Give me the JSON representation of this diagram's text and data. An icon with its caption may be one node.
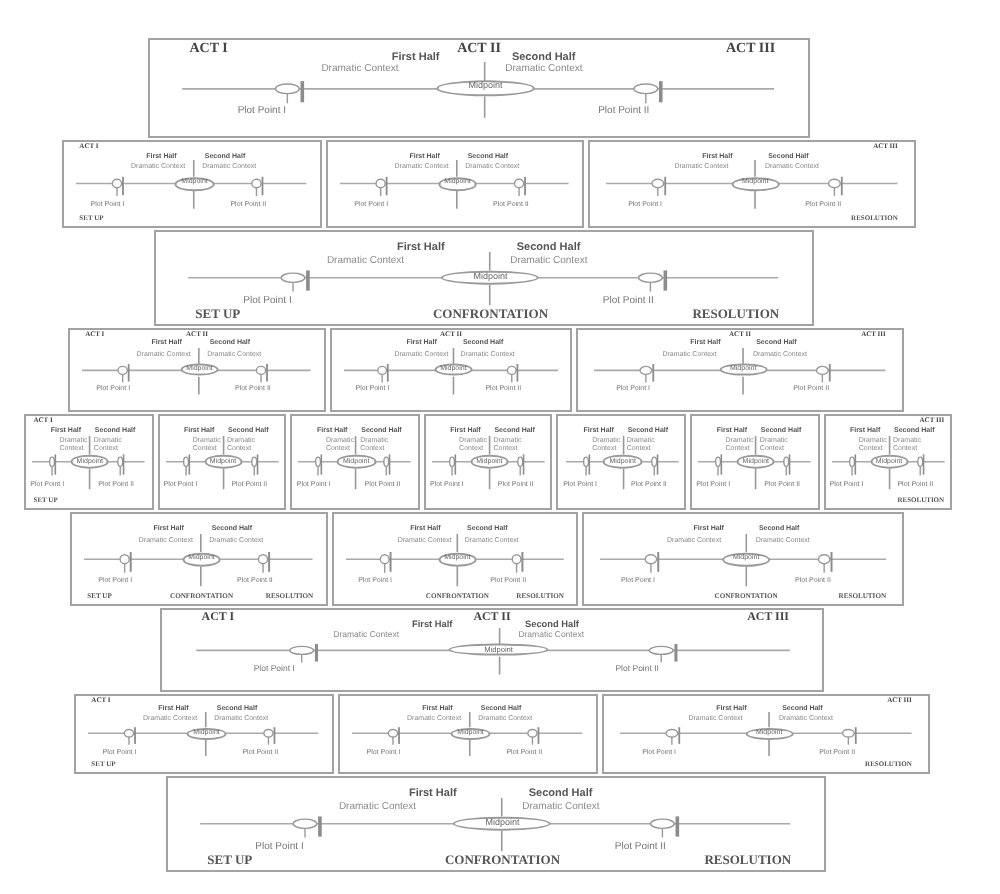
{
  "diagram": {
    "nodes": [
      {
        "text": [
          "ACT I",
          "ACT II",
          "ACT III",
          "First Half",
          "Second Half",
          "Dramatic Context",
          "Dramatic Context",
          "Plot Point I",
          "Plot Point II"
        ]
      },
      {
        "text": [
          "Midpoint"
        ],
        "in": 0
      },
      {
        "text": [
          "ACT I",
          "First Half",
          "Second Half",
          "Dramatic Context",
          "Dramatic Context",
          "Plot Point I",
          "Plot Point II",
          "SET UP"
        ]
      },
      {
        "text": [
          "Midpoint"
        ],
        "in": 2
      },
      {
        "text": [
          "First Half",
          "Second Half",
          "Dramatic Context",
          "Dramatic Context",
          "Plot Point I",
          "Plot Point II"
        ]
      },
      {
        "text": [
          "Midpoint"
        ],
        "in": 4
      },
      {
        "text": [
          "ACT III",
          "First Half",
          "Second Half",
          "Dramatic Context",
          "Dramatic Context",
          "Plot Point I",
          "Plot Point II",
          "RESOLUTION"
        ]
      },
      {
        "text": [
          "Midpoint"
        ],
        "in": 6
      },
      {
        "text": [
          "First Half",
          "Second Half",
          "Dramatic Context",
          "Dramatic Context",
          "Plot Point I",
          "Plot Point II",
          "SET UP",
          "CONFRONTATION",
          "RESOLUTION"
        ]
      },
      {
        "text": [
          "Midpoint"
        ],
        "in": 8
      },
      {
        "text": [
          "ACT I",
          "ACT II",
          "First Half",
          "Second Half",
          "Dramatic Context",
          "Dramatic Context",
          "Plot Point I",
          "Plot Point II"
        ]
      },
      {
        "text": [
          "Midpoint"
        ],
        "in": 10
      },
      {
        "text": [
          "ACT II",
          "First Half",
          "Second Half",
          "Dramatic Context",
          "Dramatic Context",
          "Plot Point I",
          "Plot Point II"
        ]
      },
      {
        "text": [
          "Midpoint"
        ],
        "in": 12
      },
      {
        "text": [
          "ACT II",
          "ACT III",
          "First Half",
          "Second Half",
          "Dramatic Context",
          "Dramatic Context",
          "Plot Point I",
          "Plot Point II"
        ]
      },
      {
        "text": [
          "Midpoint"
        ],
        "in": 14
      },
      {
        "text": [
          "ACT I",
          "First Half",
          "Second Half",
          "Dramatic Context",
          "Dramatic Context",
          "Plot Point I",
          "Plot Point II",
          "SET UP"
        ]
      },
      {
        "text": [
          "Midpoint"
        ],
        "in": 16
      },
      {
        "text": [
          "First Half",
          "Second Half",
          "Dramatic Context",
          "Dramatic Context",
          "Plot Point I",
          "Plot Point II"
        ]
      },
      {
        "text": [
          "Midpoint"
        ],
        "in": 18
      },
      {
        "text": [
          "First Half",
          "Second Half",
          "Dramatic Context",
          "Dramatic Context",
          "Plot Point I",
          "Plot Point II"
        ]
      },
      {
        "text": [
          "Midpoint"
        ],
        "in": 20
      },
      {
        "text": [
          "First Half",
          "Second Half",
          "Dramatic Context",
          "Dramatic Context",
          "Plot Point I",
          "Plot Point II"
        ]
      },
      {
        "text": [
          "Midpoint"
        ],
        "in": 22
      },
      {
        "text": [
          "First Half",
          "Second Half",
          "Dramatic Context",
          "Dramatic Context",
          "Plot Point I",
          "Plot Point II"
        ]
      },
      {
        "text": [
          "Midpoint"
        ],
        "in": 24
      },
      {
        "text": [
          "First Half",
          "Second Half",
          "Dramatic Context",
          "Dramatic Context",
          "Plot Point I",
          "Plot Point II"
        ]
      },
      {
        "text": [
          "Midpoint"
        ],
        "in": 26
      },
      {
        "text": [
          "ACT III",
          "First Half",
          "Second Half",
          "Dramatic Context",
          "Dramatic Context",
          "Plot Point I",
          "Plot Point II",
          "RESOLUTION"
        ]
      },
      {
        "text": [
          "Midpoint"
        ],
        "in": 28
      },
      {
        "text": [
          "First Half",
          "Second Half",
          "Dramatic Context",
          "Dramatic Context",
          "Plot Point I",
          "Plot Point II",
          "SET UP",
          "CONFRONTATION",
          "RESOLUTION"
        ]
      },
      {
        "text": [
          "Midpoint"
        ],
        "in": 30
      },
      {
        "text": [
          "First Half",
          "Second Half",
          "Dramatic Context",
          "Dramatic Context",
          "Plot Point I",
          "Plot Point II",
          "CONFRONTATION",
          "RESOLUTION"
        ]
      },
      {
        "text": [
          "Midpoint"
        ],
        "in": 32
      },
      {
        "text": [
          "First Half",
          "Second Half",
          "Dramatic Context",
          "Dramatic Context",
          "Plot Point I",
          "Plot Point II",
          "CONFRONTATION",
          "RESOLUTION"
        ]
      },
      {
        "text": [
          "Midpoint"
        ],
        "in": 34
      },
      {
        "text": [
          "ACT I",
          "ACT II",
          "ACT III",
          "First Half",
          "Second Half",
          "Dramatic Context",
          "Dramatic Context",
          "Plot Point I",
          "Plot Point II"
        ]
      },
      {
        "text": [
          "Midpoint"
        ],
        "in": 36
      },
      {
        "text": [
          "ACT I",
          "First Half",
          "Second Half",
          "Dramatic Context",
          "Dramatic Context",
          "Plot Point I",
          "Plot Point II",
          "SET UP"
        ]
      },
      {
        "text": [
          "Midpoint"
        ],
        "in": 38
      },
      {
        "text": [
          "First Half",
          "Second Half",
          "Dramatic Context",
          "Dramatic Context",
          "Plot Point I",
          "Plot Point II"
        ]
      },
      {
        "text": [
          "Midpoint"
        ],
        "in": 40
      },
      {
        "text": [
          "ACT III",
          "First Half",
          "Second Half",
          "Dramatic Context",
          "Dramatic Context",
          "Plot Point I",
          "Plot Point II",
          "RESOLUTION"
        ]
      },
      {
        "text": [
          "Midpoint"
        ],
        "in": 42
      },
      {
        "text": [
          "First Half",
          "Second Half",
          "Dramatic Context",
          "Dramatic Context",
          "Plot Point I",
          "Plot Point II",
          "SET UP",
          "CONFRONTATION",
          "RESOLUTION"
        ]
      },
      {
        "text": [
          "Midpoint"
        ],
        "in": 44
      }
    ]
  }
}
